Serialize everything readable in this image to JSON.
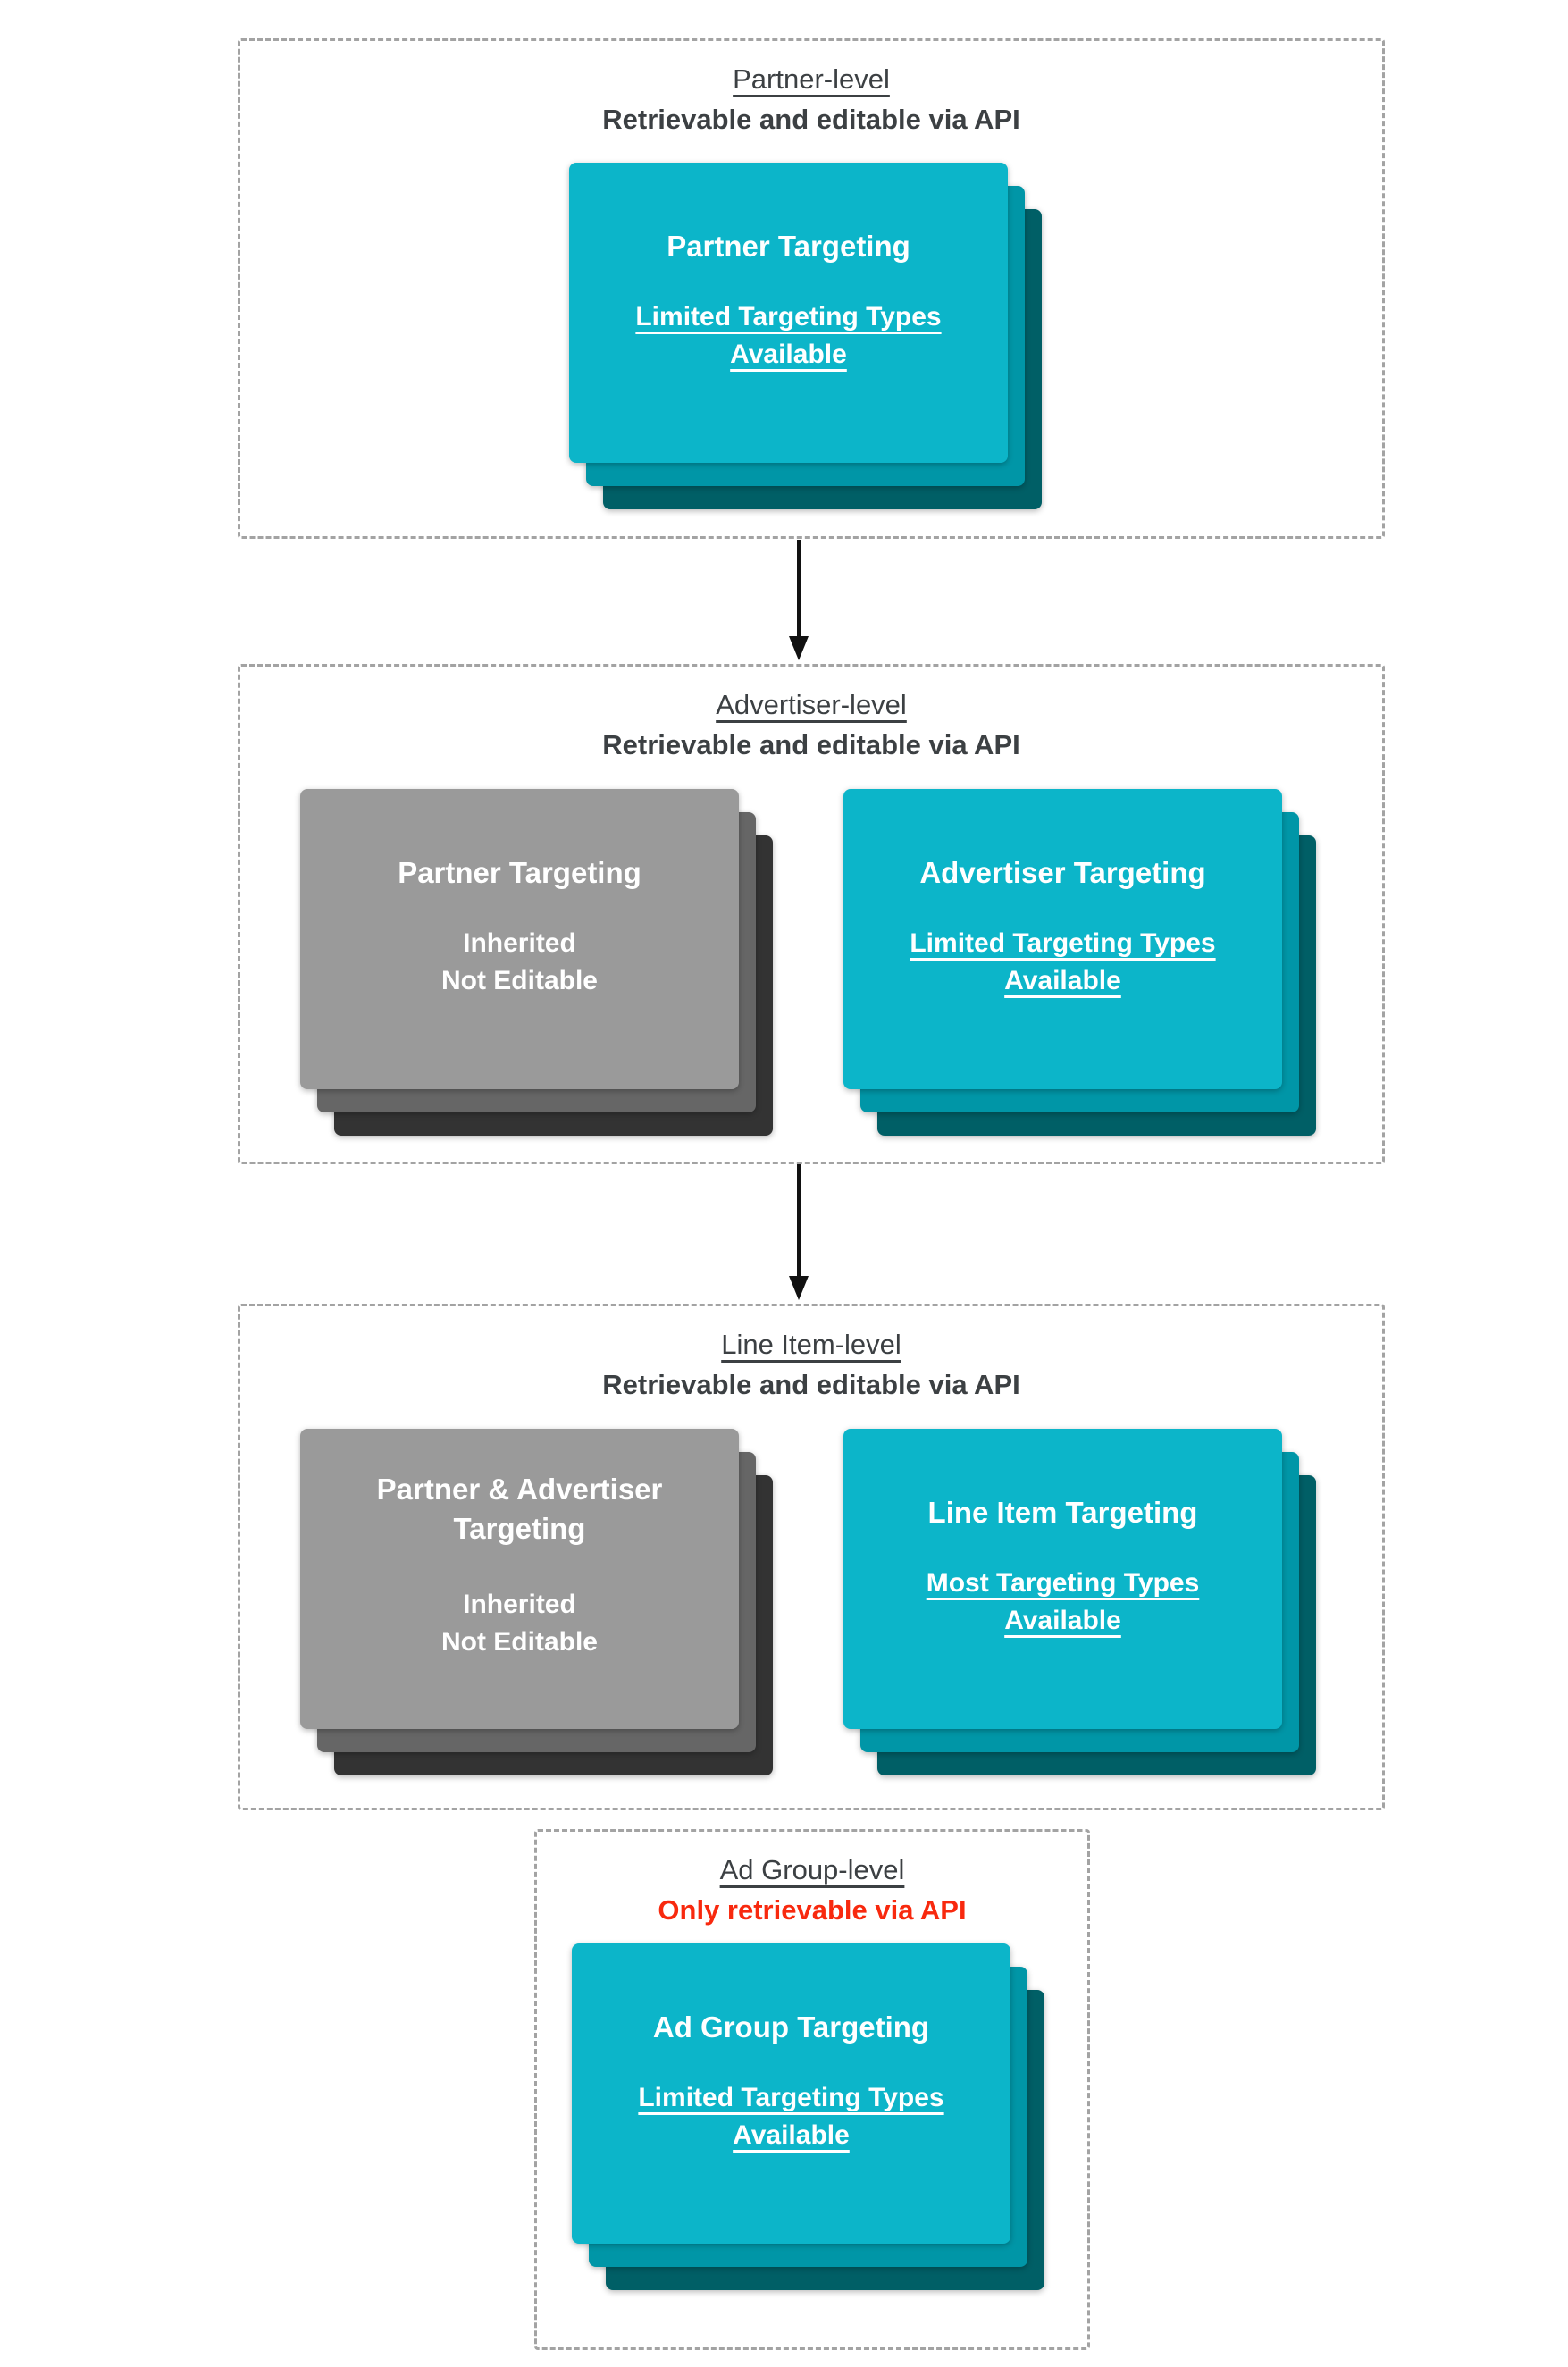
{
  "colors": {
    "ink": "#3c4043",
    "red": "#f8290e",
    "teal-front": "#0cb5c9",
    "teal-mid": "#0096a7",
    "teal-back": "#005f66",
    "gray-front": "#9a9a9a",
    "gray-mid": "#666666",
    "gray-back": "#333333",
    "dash": "#a3a3a3",
    "arrow": "#111111"
  },
  "sections": [
    {
      "title": "Partner-level",
      "subtitle": "Retrievable and editable via API",
      "cards": [
        {
          "variant": "teal",
          "title": "Partner Targeting",
          "subtitle": "Limited Targeting Types\nAvailable",
          "subtitle_underlined": true
        }
      ]
    },
    {
      "title": "Advertiser-level",
      "subtitle": "Retrievable and editable via API",
      "cards": [
        {
          "variant": "gray",
          "title": "Partner Targeting",
          "subtitle": "Inherited\nNot Editable",
          "subtitle_underlined": false
        },
        {
          "variant": "teal",
          "title": "Advertiser Targeting",
          "subtitle": "Limited Targeting Types\nAvailable",
          "subtitle_underlined": true
        }
      ]
    },
    {
      "title": "Line Item-level",
      "subtitle": "Retrievable and editable via API",
      "cards": [
        {
          "variant": "gray",
          "title": "Partner & Advertiser\nTargeting",
          "subtitle": "Inherited\nNot Editable",
          "subtitle_underlined": false
        },
        {
          "variant": "teal",
          "title": "Line Item Targeting",
          "subtitle": "Most Targeting Types\nAvailable",
          "subtitle_underlined": true
        }
      ]
    },
    {
      "title": "Ad Group-level",
      "subtitle": "Only retrievable via API",
      "cards": [
        {
          "variant": "teal",
          "title": "Ad Group Targeting",
          "subtitle": "Limited Targeting Types\nAvailable",
          "subtitle_underlined": true
        }
      ]
    }
  ]
}
